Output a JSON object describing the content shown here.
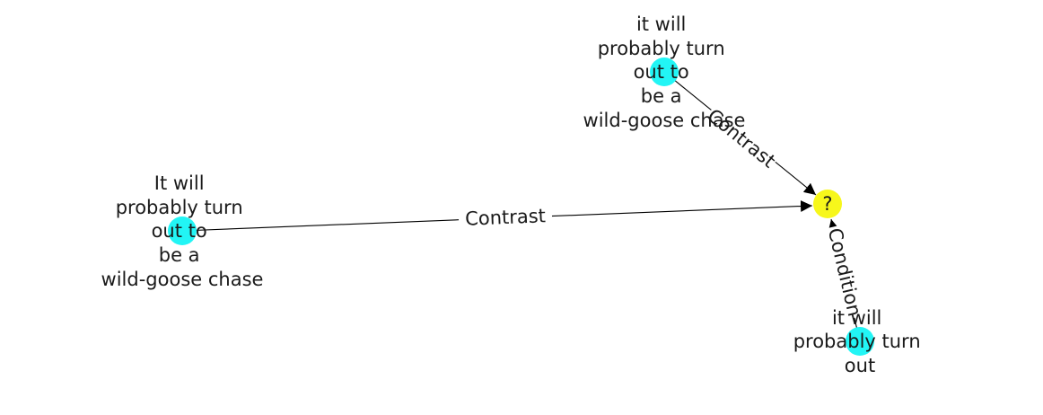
{
  "colors": {
    "source_node": "#22f5f5",
    "target_node": "#f7f71b",
    "edge": "#000000",
    "text": "#1a1a1a"
  },
  "nodes": [
    {
      "id": "n-top",
      "label_lines": [
        "it will",
        "probably turn",
        "out to",
        "be a",
        "wild-goose chase"
      ]
    },
    {
      "id": "n-left",
      "label_lines": [
        "It will",
        "probably turn",
        "out to",
        "be a",
        "wild-goose chase"
      ]
    },
    {
      "id": "n-center",
      "label_lines": [
        "?"
      ]
    },
    {
      "id": "n-bottom",
      "label_lines": [
        "it will",
        "probably turn",
        "out"
      ]
    }
  ],
  "edges": [
    {
      "from": "n-top",
      "to": "n-center",
      "label": "Contrast"
    },
    {
      "from": "n-left",
      "to": "n-center",
      "label": "Contrast"
    },
    {
      "from": "n-bottom",
      "to": "n-center",
      "label": "Condition"
    }
  ]
}
